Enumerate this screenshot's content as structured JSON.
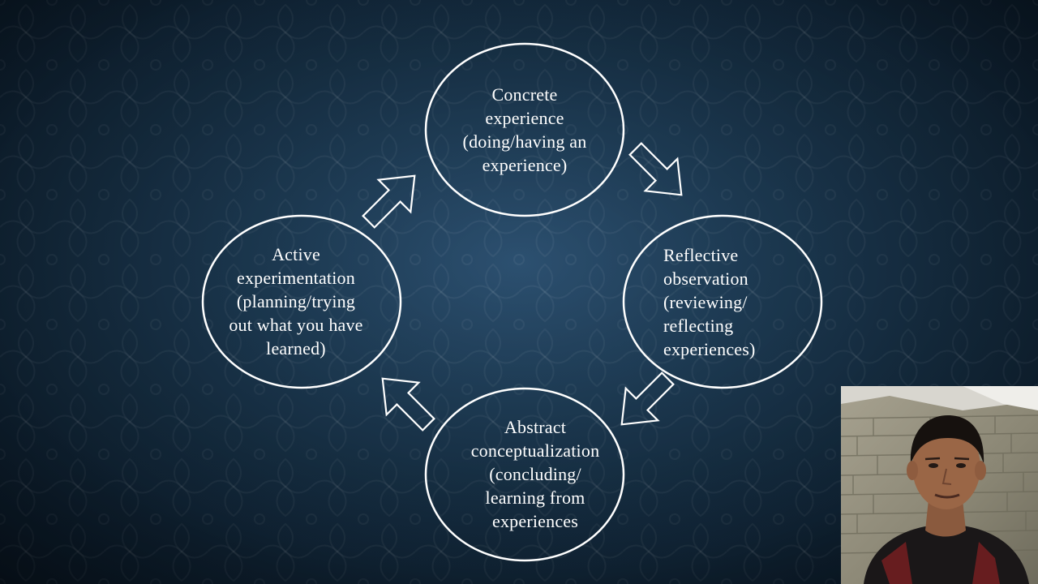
{
  "diagram": {
    "nodes": [
      {
        "id": "concrete",
        "text": "Concrete\nexperience\n(doing/having an\nexperience)"
      },
      {
        "id": "reflective",
        "text": "Reflective\nobservation\n(reviewing/\nreflecting\nexperiences)"
      },
      {
        "id": "abstract",
        "text": "Abstract\nconceptualization\n(concluding/\nlearning from\nexperiences"
      },
      {
        "id": "active",
        "text": "Active\nexperimentation\n(planning/trying\nout what you have\nlearned)"
      }
    ],
    "edges": [
      {
        "from": "concrete",
        "to": "reflective"
      },
      {
        "from": "reflective",
        "to": "abstract"
      },
      {
        "from": "abstract",
        "to": "active"
      },
      {
        "from": "active",
        "to": "concrete"
      }
    ]
  },
  "colors": {
    "background_center": "#2c5070",
    "background_edge": "#0a1826",
    "outline": "#ffffff",
    "text": "#ffffff"
  },
  "webcam": {
    "description_icon": "presenter-video-feed"
  }
}
